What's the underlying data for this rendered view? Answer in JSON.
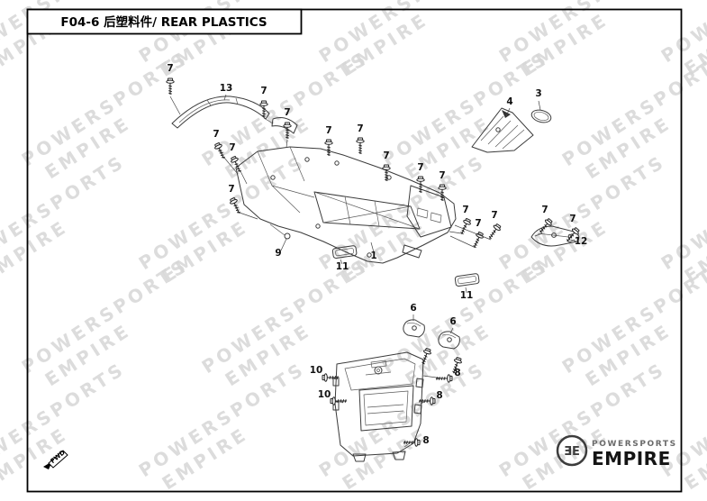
{
  "frame": {
    "title": "F04-6 后塑料件/ REAR PLASTICS"
  },
  "watermark": {
    "line1": "POWERSPORTS",
    "line2": "EMPIRE",
    "color": "#d7d7d7",
    "rotation": -33,
    "positions": [
      [
        -40,
        70
      ],
      [
        160,
        70
      ],
      [
        360,
        70
      ],
      [
        560,
        70
      ],
      [
        740,
        70
      ],
      [
        30,
        185
      ],
      [
        230,
        185
      ],
      [
        430,
        185
      ],
      [
        630,
        185
      ],
      [
        -40,
        300
      ],
      [
        160,
        300
      ],
      [
        360,
        300
      ],
      [
        560,
        300
      ],
      [
        740,
        300
      ],
      [
        30,
        415
      ],
      [
        230,
        415
      ],
      [
        430,
        415
      ],
      [
        630,
        415
      ],
      [
        -40,
        530
      ],
      [
        160,
        530
      ],
      [
        360,
        530
      ],
      [
        560,
        530
      ],
      [
        740,
        530
      ]
    ]
  },
  "fwd": {
    "label": "FWD"
  },
  "logo": {
    "monogram": "ƎE",
    "top": "POWERSPORTS",
    "bottom": "EMPIRE"
  },
  "diagram": {
    "labels": [
      [
        "13",
        251,
        101
      ],
      [
        "7",
        189,
        79
      ],
      [
        "7",
        293,
        104
      ],
      [
        "7",
        319,
        128
      ],
      [
        "3",
        598,
        107
      ],
      [
        "4",
        566,
        116
      ],
      [
        "7",
        240,
        152
      ],
      [
        "7",
        258,
        167
      ],
      [
        "7",
        257,
        213
      ],
      [
        "7",
        365,
        148
      ],
      [
        "7",
        400,
        146
      ],
      [
        "7",
        429,
        176
      ],
      [
        "7",
        467,
        189
      ],
      [
        "7",
        491,
        198
      ],
      [
        "7",
        517,
        236
      ],
      [
        "7",
        531,
        251
      ],
      [
        "7",
        549,
        242
      ],
      [
        "7",
        605,
        236
      ],
      [
        "7",
        636,
        246
      ],
      [
        "12",
        645,
        271
      ],
      [
        "1",
        415,
        287
      ],
      [
        "9",
        309,
        284
      ],
      [
        "11",
        380,
        299
      ],
      [
        "11",
        518,
        331
      ],
      [
        "6",
        459,
        345
      ],
      [
        "6",
        503,
        360
      ],
      [
        "10",
        351,
        414
      ],
      [
        "10",
        360,
        441
      ],
      [
        "8",
        508,
        417
      ],
      [
        "8",
        488,
        442
      ],
      [
        "8",
        473,
        492
      ]
    ],
    "screws": [
      [
        189,
        92,
        0
      ],
      [
        293,
        117,
        0
      ],
      [
        319,
        141,
        0
      ],
      [
        243,
        164,
        -25
      ],
      [
        261,
        179,
        -25
      ],
      [
        260,
        225,
        -25
      ],
      [
        365,
        160,
        0
      ],
      [
        400,
        158,
        0
      ],
      [
        429,
        188,
        0
      ],
      [
        467,
        201,
        0
      ],
      [
        491,
        210,
        0
      ],
      [
        518,
        248,
        25
      ],
      [
        532,
        263,
        25
      ],
      [
        551,
        254,
        35
      ],
      [
        608,
        248,
        40
      ],
      [
        638,
        258,
        40
      ],
      [
        363,
        419,
        -90
      ],
      [
        372,
        445,
        -90
      ],
      [
        497,
        420,
        90
      ],
      [
        478,
        445,
        90
      ],
      [
        461,
        491,
        90
      ],
      [
        474,
        392,
        20
      ],
      [
        508,
        402,
        20
      ]
    ],
    "leaders": [
      [
        189,
        107,
        200,
        127
      ],
      [
        293,
        131,
        303,
        137
      ],
      [
        319,
        155,
        318,
        164
      ],
      [
        249,
        175,
        264,
        193
      ],
      [
        267,
        190,
        274,
        204
      ],
      [
        266,
        236,
        286,
        243
      ],
      [
        512,
        259,
        499,
        257
      ],
      [
        526,
        274,
        500,
        262
      ],
      [
        545,
        266,
        505,
        250
      ],
      [
        602,
        259,
        594,
        262
      ],
      [
        632,
        269,
        638,
        266
      ],
      [
        251,
        105,
        249,
        111
      ],
      [
        598,
        112,
        600,
        122
      ],
      [
        566,
        120,
        562,
        129
      ],
      [
        640,
        268,
        634,
        266
      ],
      [
        415,
        280,
        412,
        269
      ],
      [
        312,
        278,
        318,
        265
      ],
      [
        380,
        293,
        378,
        288
      ],
      [
        518,
        325,
        517,
        319
      ],
      [
        459,
        349,
        459,
        356
      ],
      [
        503,
        364,
        500,
        370
      ],
      [
        368,
        419,
        374,
        421
      ],
      [
        377,
        445,
        381,
        447
      ],
      [
        492,
        420,
        470,
        417
      ],
      [
        473,
        445,
        467,
        448
      ],
      [
        456,
        491,
        449,
        496
      ]
    ]
  }
}
